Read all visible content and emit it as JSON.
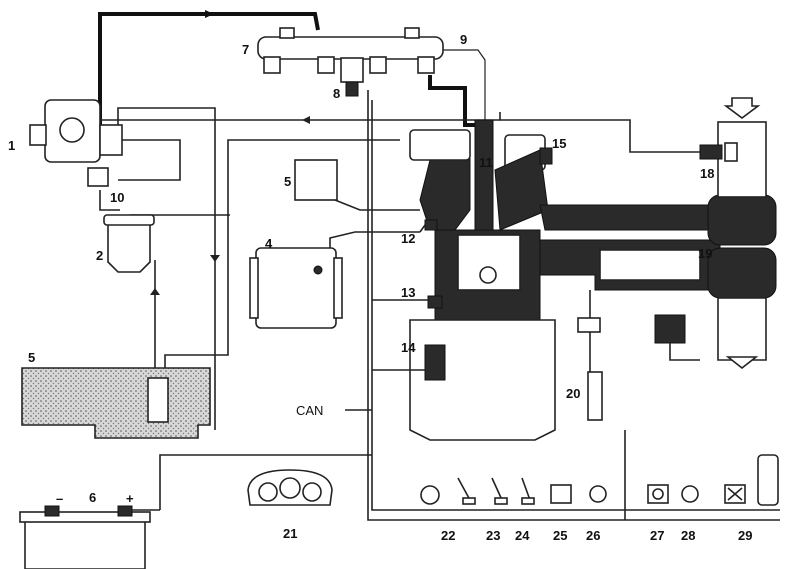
{
  "labels": {
    "l1": "1",
    "l2": "2",
    "l3": "5",
    "l4": "4",
    "l5": "5",
    "l6": "6",
    "l7": "7",
    "l8": "8",
    "l9": "9",
    "l10": "10",
    "l11": "11",
    "l12": "12",
    "l13": "13",
    "l14": "14",
    "l15": "15",
    "l18": "18",
    "l19": "19",
    "l20": "20",
    "l21": "21",
    "l22": "22",
    "l23": "23",
    "l24": "24",
    "l25": "25",
    "l26": "26",
    "l27": "27",
    "l28": "28",
    "l29": "29",
    "can": "CAN"
  },
  "battery": {
    "minus": "–",
    "plus": "+"
  }
}
